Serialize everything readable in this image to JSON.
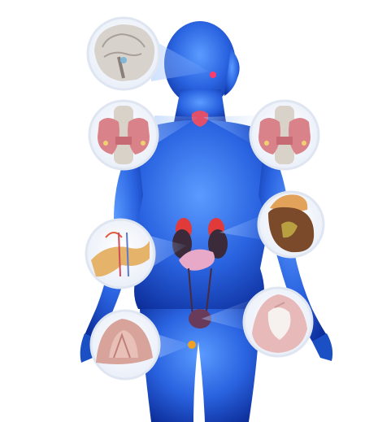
{
  "image": {
    "subject": "anatomical-illustration",
    "background_color": "#ffffff",
    "figure_color": "#1f5fd8",
    "figure_glow_color": "#6aa8ff",
    "callouts": [
      {
        "id": "brain",
        "icon": "brain-icon",
        "color": "#cfc7c0"
      },
      {
        "id": "thyroid-left",
        "icon": "thyroid-icon",
        "color": "#d9828a"
      },
      {
        "id": "thyroid-right",
        "icon": "thyroid-icon",
        "color": "#d9828a"
      },
      {
        "id": "adrenal",
        "icon": "adrenal-gland-icon",
        "color": "#c98a4a"
      },
      {
        "id": "pancreas",
        "icon": "pancreas-icon",
        "color": "#e6b36a"
      },
      {
        "id": "ovary-left",
        "icon": "ovary-icon",
        "color": "#d7a39a"
      },
      {
        "id": "ovary-right",
        "icon": "ovary-icon",
        "color": "#e8b9b9"
      }
    ]
  }
}
